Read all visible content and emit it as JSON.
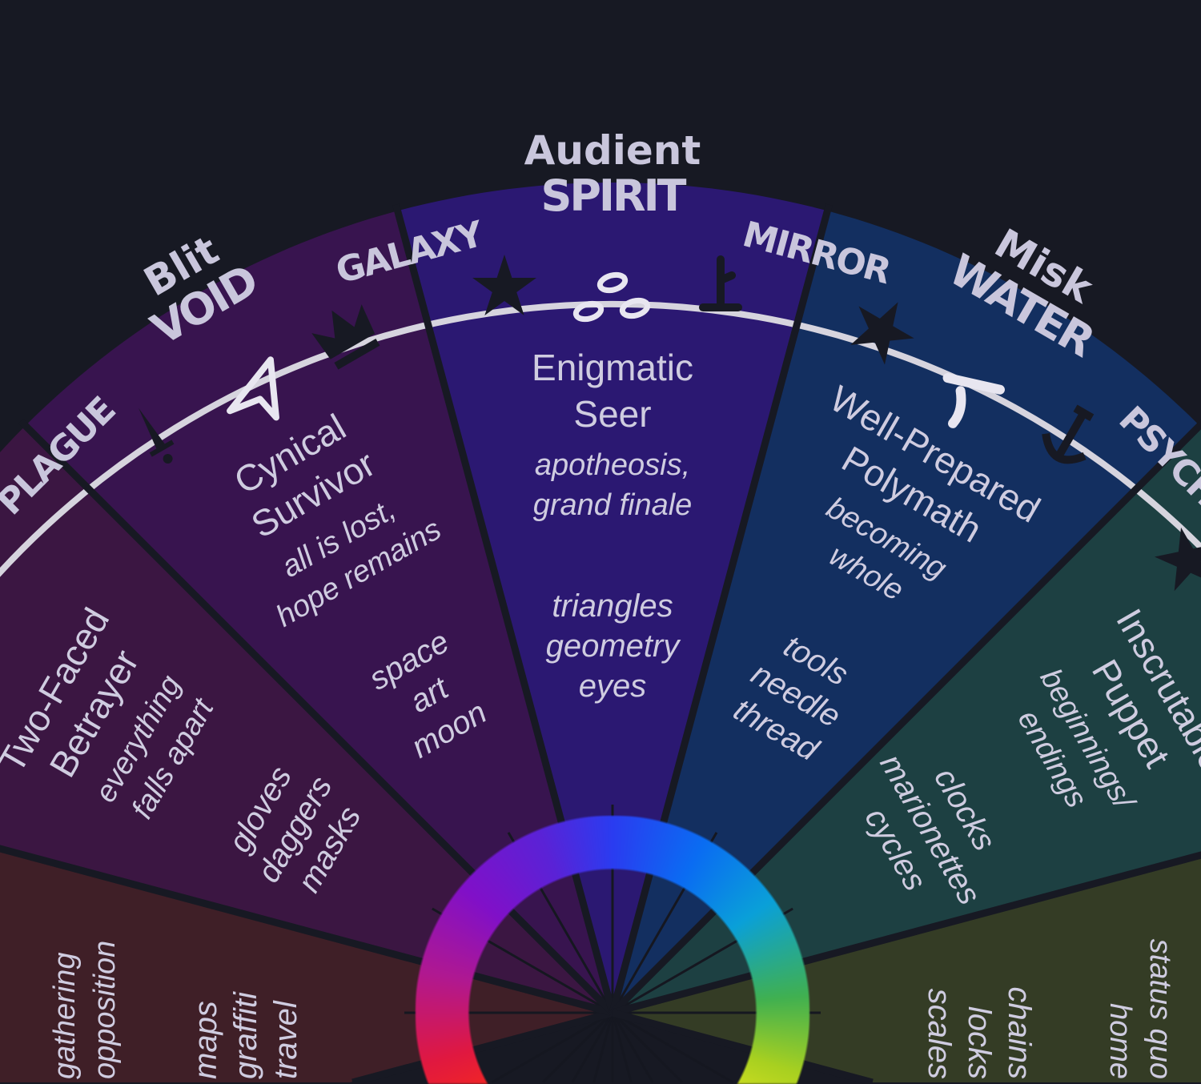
{
  "outer_labels": [
    {
      "text": "Blit",
      "wedge": 2
    },
    {
      "text": "Audient",
      "wedge": 3
    },
    {
      "text": "Misk",
      "wedge": 4
    }
  ],
  "boundary_labels": [
    {
      "text": "PLAGUE",
      "after_wedge": 1
    },
    {
      "text": "GALAXY",
      "after_wedge": 2
    },
    {
      "text": "MIRROR",
      "after_wedge": 3
    },
    {
      "text": "PSYCH",
      "after_wedge": 4
    }
  ],
  "wedges": [
    {
      "label": "",
      "color": "#3f1f27",
      "title": [
        "Mercenary"
      ],
      "theme": [
        "gathering",
        "opposition"
      ],
      "motifs": [
        "maps",
        "graffiti",
        "travel"
      ],
      "icons": []
    },
    {
      "label": "",
      "color": "#3b1642",
      "title": [
        "Two-Faced",
        "Betrayer"
      ],
      "theme": [
        "everything",
        "falls apart"
      ],
      "motifs": [
        "gloves",
        "daggers",
        "masks"
      ],
      "icons": [
        "anchor-icon"
      ]
    },
    {
      "label": "VOID",
      "color": "#38144f",
      "title": [
        "Cynical",
        "Survivor"
      ],
      "theme": [
        "all is lost,",
        "hope remains"
      ],
      "motifs": [
        "space",
        "art",
        "moon"
      ],
      "icons": [
        "dagger-icon",
        "paper-plane-icon",
        "crown-icon"
      ]
    },
    {
      "label": "SPIRIT",
      "color": "#2b1872",
      "title": [
        "Enigmatic",
        "Seer"
      ],
      "theme": [
        "apotheosis,",
        "grand finale"
      ],
      "motifs": [
        "triangles",
        "geometry",
        "eyes"
      ],
      "icons": [
        "star-icon",
        "three-ovals-icon",
        "lever-icon"
      ]
    },
    {
      "label": "WATER",
      "color": "#132f60",
      "title": [
        "Well-Prepared",
        "Polymath"
      ],
      "theme": [
        "becoming",
        "whole"
      ],
      "motifs": [
        "tools",
        "needle",
        "thread"
      ],
      "icons": [
        "star-icon",
        "hook-glyph-icon",
        "anchor-icon"
      ]
    },
    {
      "label": "",
      "color": "#1d4042",
      "title": [
        "Inscrutable",
        "Puppet"
      ],
      "theme": [
        "beginnings/",
        "endings"
      ],
      "motifs": [
        "clocks",
        "marionettes",
        "cycles"
      ],
      "icons": [
        "star-icon"
      ]
    },
    {
      "label": "",
      "color": "#343c25",
      "title": [],
      "theme": [
        "status quo",
        "home"
      ],
      "motifs": [
        "chains",
        "locks",
        "scales"
      ],
      "icons": []
    }
  ],
  "colors": {
    "background": "#171923",
    "rim": "#d6d4de",
    "divider": "#171923",
    "text": "#cfcce0"
  }
}
